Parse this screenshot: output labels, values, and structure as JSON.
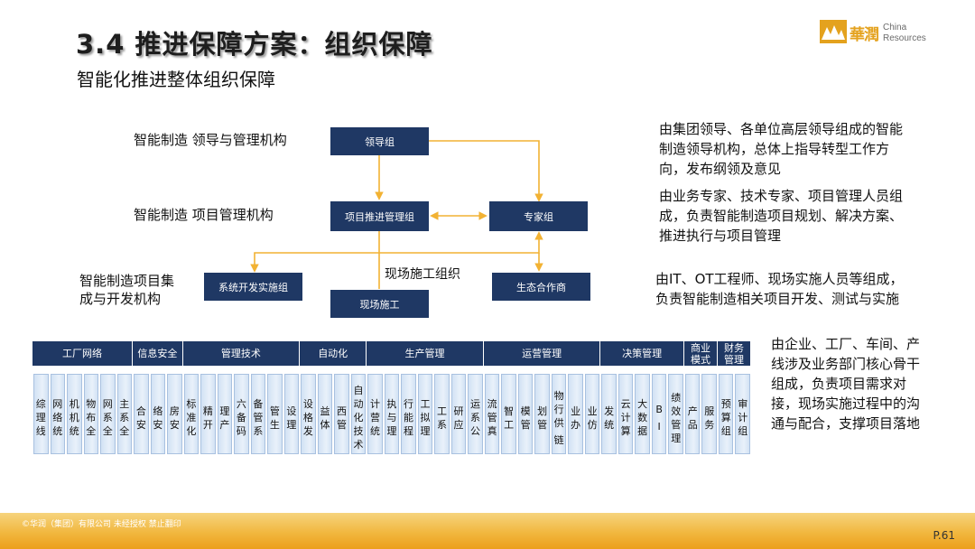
{
  "header": {
    "title": "3.4 推进保障方案：组织保障",
    "subtitle": "智能化推进整体组织保障"
  },
  "logo": {
    "chinese": "華潤",
    "english_line1": "China",
    "english_line2": "Resources",
    "brand_color": "#E4A21E"
  },
  "org_labels": {
    "leadership": "智能制造 领导与管理机构",
    "project": "智能制造 项目管理机构",
    "dev_line1": "智能制造项目集",
    "dev_line2": "成与开发机构"
  },
  "org_boxes": {
    "leading_group": "领导组",
    "project_group": "项目推进管理组",
    "expert_group": "专家组",
    "system_dev_group": "系统开发实施组",
    "field_construction": "现场施工",
    "ecosystem_partner": "生态合作商",
    "field_org_label": "现场施工组织"
  },
  "descriptions": {
    "leadership": [
      "由集团领导、各单位高层领导组成的智能",
      "制造领导机构，总体上指导转型工作方",
      "向，发布纲领及意见"
    ],
    "project": [
      "由业务专家、技术专家、项目管理人员组",
      "成，负责智能制造项目规划、解决方案、",
      "推进执行与项目管理"
    ],
    "development": [
      "由IT、OT工程师、现场实施人员等组成，",
      "负责智能制造相关项目开发、测试与实施"
    ],
    "field": [
      "由企业、工厂、车间、产",
      "线涉及业务部门核心骨干",
      "组成，负责项目需求对",
      "接，现场实施过程中的沟",
      "通与配合，支撑项目落地"
    ]
  },
  "matrix": {
    "categories": [
      {
        "label": "工厂网络",
        "items": [
          [
            "综理线"
          ],
          [
            "网络统"
          ],
          [
            "机机统"
          ],
          [
            "物布全"
          ],
          [
            "网系全"
          ],
          [
            "主系全"
          ]
        ]
      },
      {
        "label": "信息安全",
        "items": [
          [
            "合安"
          ],
          [
            "络安"
          ],
          [
            "房安"
          ]
        ]
      },
      {
        "label": "管理技术",
        "items": [
          [
            "标准化"
          ],
          [
            "精开"
          ],
          [
            "理产"
          ],
          [
            "六备码"
          ],
          [
            "备管系"
          ],
          [
            "管生"
          ],
          [
            "设理"
          ]
        ]
      },
      {
        "label": "自动化",
        "items": [
          [
            "设格发"
          ],
          [
            "益体"
          ],
          [
            "西管"
          ],
          [
            "自动化技术"
          ]
        ]
      },
      {
        "label": "生产管理",
        "items": [
          [
            "计营统"
          ],
          [
            "执与理"
          ],
          [
            "行能程"
          ],
          [
            "工拟理"
          ],
          [
            "工系"
          ],
          [
            "研应"
          ],
          [
            "运系公"
          ]
        ]
      },
      {
        "label": "运营管理",
        "items": [
          [
            "流管真"
          ],
          [
            "智工"
          ],
          [
            "模管"
          ],
          [
            "划管"
          ],
          [
            "物行供",
            "链"
          ],
          [
            "业办"
          ],
          [
            "业仿"
          ]
        ]
      },
      {
        "label": "决策管理",
        "items": [
          [
            "发统"
          ],
          [
            "云计算"
          ],
          [
            "大数据"
          ],
          [
            "B",
            "I"
          ],
          [
            "绩效管理"
          ]
        ]
      },
      {
        "label": "商业\n模式",
        "items": [
          [
            "产品"
          ],
          [
            "服务"
          ]
        ]
      },
      {
        "label": "财务\n管理",
        "items": [
          [
            "预算组"
          ],
          [
            "审计组"
          ]
        ]
      }
    ]
  },
  "footer": {
    "copyright": "©华润（集团）有限公司 未经授权 禁止翻印",
    "page": "P.61"
  },
  "colors": {
    "navy": "#1F3864",
    "arrow": "#F2B233",
    "cell_light": "#DCE8F6",
    "footer_gold": "#F1B73F"
  }
}
